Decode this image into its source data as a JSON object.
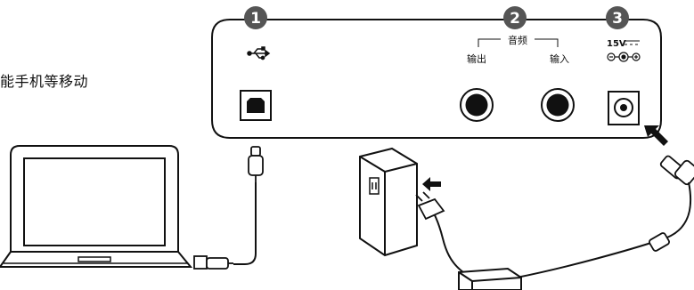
{
  "intro_text_fragment": "能手机等移动",
  "badges": [
    "1",
    "2",
    "3"
  ],
  "panel": {
    "audio_label": "音频",
    "output_label": "输出",
    "input_label": "输入",
    "power_label": "15V"
  },
  "icons": {
    "usb": "usb-symbol-icon",
    "dc_polarity": "dc-polarity-icon",
    "arrow": "black-arrow-icon"
  },
  "colors": {
    "badge": "#555555",
    "line": "#111111",
    "background": "#ffffff"
  }
}
